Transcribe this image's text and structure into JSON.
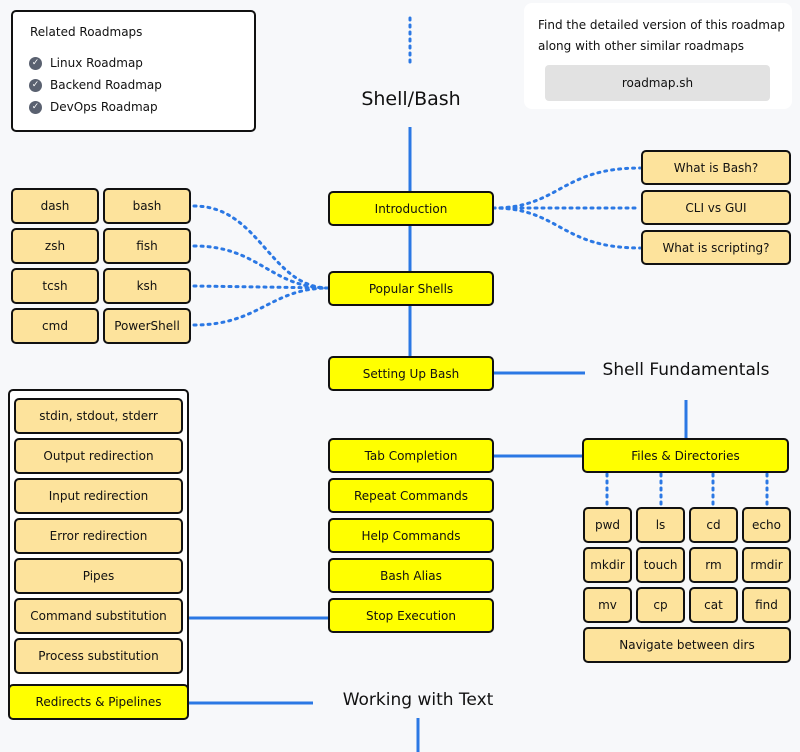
{
  "colors": {
    "topic": "#ffff00",
    "subtopic": "#fde39c",
    "connector": "#2b78e4",
    "background": "#f7f8fa"
  },
  "related_roadmaps": {
    "heading": "Related Roadmaps",
    "items": [
      {
        "label": "Linux Roadmap",
        "icon": "check-circle-icon"
      },
      {
        "label": "Backend Roadmap",
        "icon": "check-circle-icon"
      },
      {
        "label": "DevOps Roadmap",
        "icon": "check-circle-icon"
      }
    ]
  },
  "promo": {
    "text_line1": "Find the detailed version of this roadmap",
    "text_line2": "along with other similar roadmaps",
    "button_label": "roadmap.sh"
  },
  "titles": {
    "main": "Shell/Bash",
    "shell_fundamentals": "Shell Fundamentals",
    "working_with_text": "Working with Text"
  },
  "main_topics": {
    "introduction": "Introduction",
    "popular_shells": "Popular Shells",
    "setting_up_bash": "Setting Up Bash",
    "tab_completion": "Tab Completion",
    "repeat_commands": "Repeat Commands",
    "help_commands": "Help Commands",
    "bash_alias": "Bash Alias",
    "stop_execution": "Stop Execution",
    "files_directories": "Files & Directories",
    "redirects_pipelines": "Redirects & Pipelines"
  },
  "introduction_subtopics": [
    "What is Bash?",
    "CLI vs GUI",
    "What is scripting?"
  ],
  "shells": [
    "dash",
    "bash",
    "zsh",
    "fish",
    "tcsh",
    "ksh",
    "cmd",
    "PowerShell"
  ],
  "file_commands": [
    "pwd",
    "ls",
    "cd",
    "echo",
    "mkdir",
    "touch",
    "rm",
    "rmdir",
    "mv",
    "cp",
    "cat",
    "find"
  ],
  "navigate_label": "Navigate between dirs",
  "redirect_subtopics": [
    "stdin, stdout, stderr",
    "Output redirection",
    "Input redirection",
    "Error redirection",
    "Pipes",
    "Command substitution",
    "Process substitution"
  ]
}
